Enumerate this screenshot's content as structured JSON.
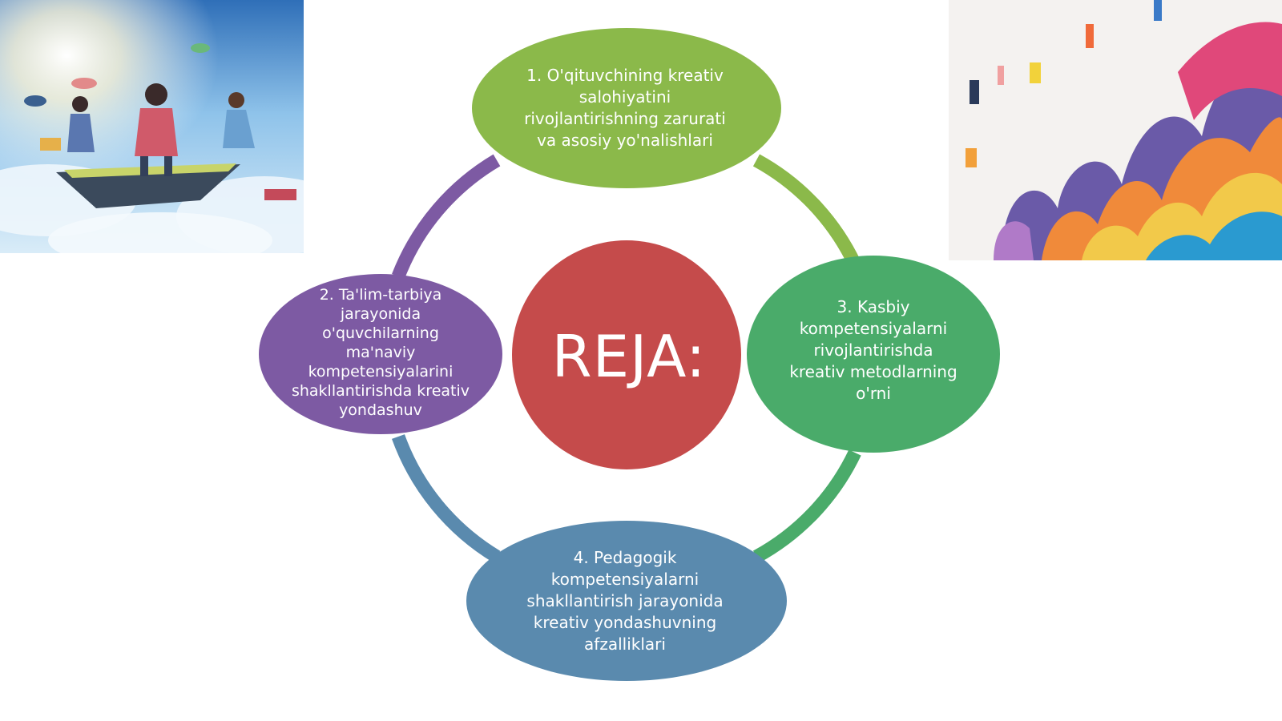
{
  "slide": {
    "center_label": "REJA:",
    "nodes": [
      {
        "text": "1. O'qituvchining kreativ\nsalohiyatini\nrivojlantirishning zarurati\nva asosiy yo'nalishlari",
        "color": "#8bb94a"
      },
      {
        "text": "2. Ta'lim-tarbiya\njarayonida\no'quvchilarning\nma'naviy\nkompetensiyalarini\nshakllantirishda kreativ\nyondashuv",
        "color": "#7d5aa3"
      },
      {
        "text": "3. Kasbiy\nkompetensiyalarni\nrivojlantirishda\nkreativ metodlarning\no'rni",
        "color": "#4aab6a"
      },
      {
        "text": "4. Pedagogik\nkompetensiyalarni\nshakllantirish jarayonida\nkreativ yondashuvning\nafzalliklari",
        "color": "#5a8aae"
      }
    ],
    "center_color": "#c54b4b",
    "ring_colors": [
      "#7d5aa3",
      "#8bb94a",
      "#4aab6a",
      "#5a8aae"
    ]
  }
}
